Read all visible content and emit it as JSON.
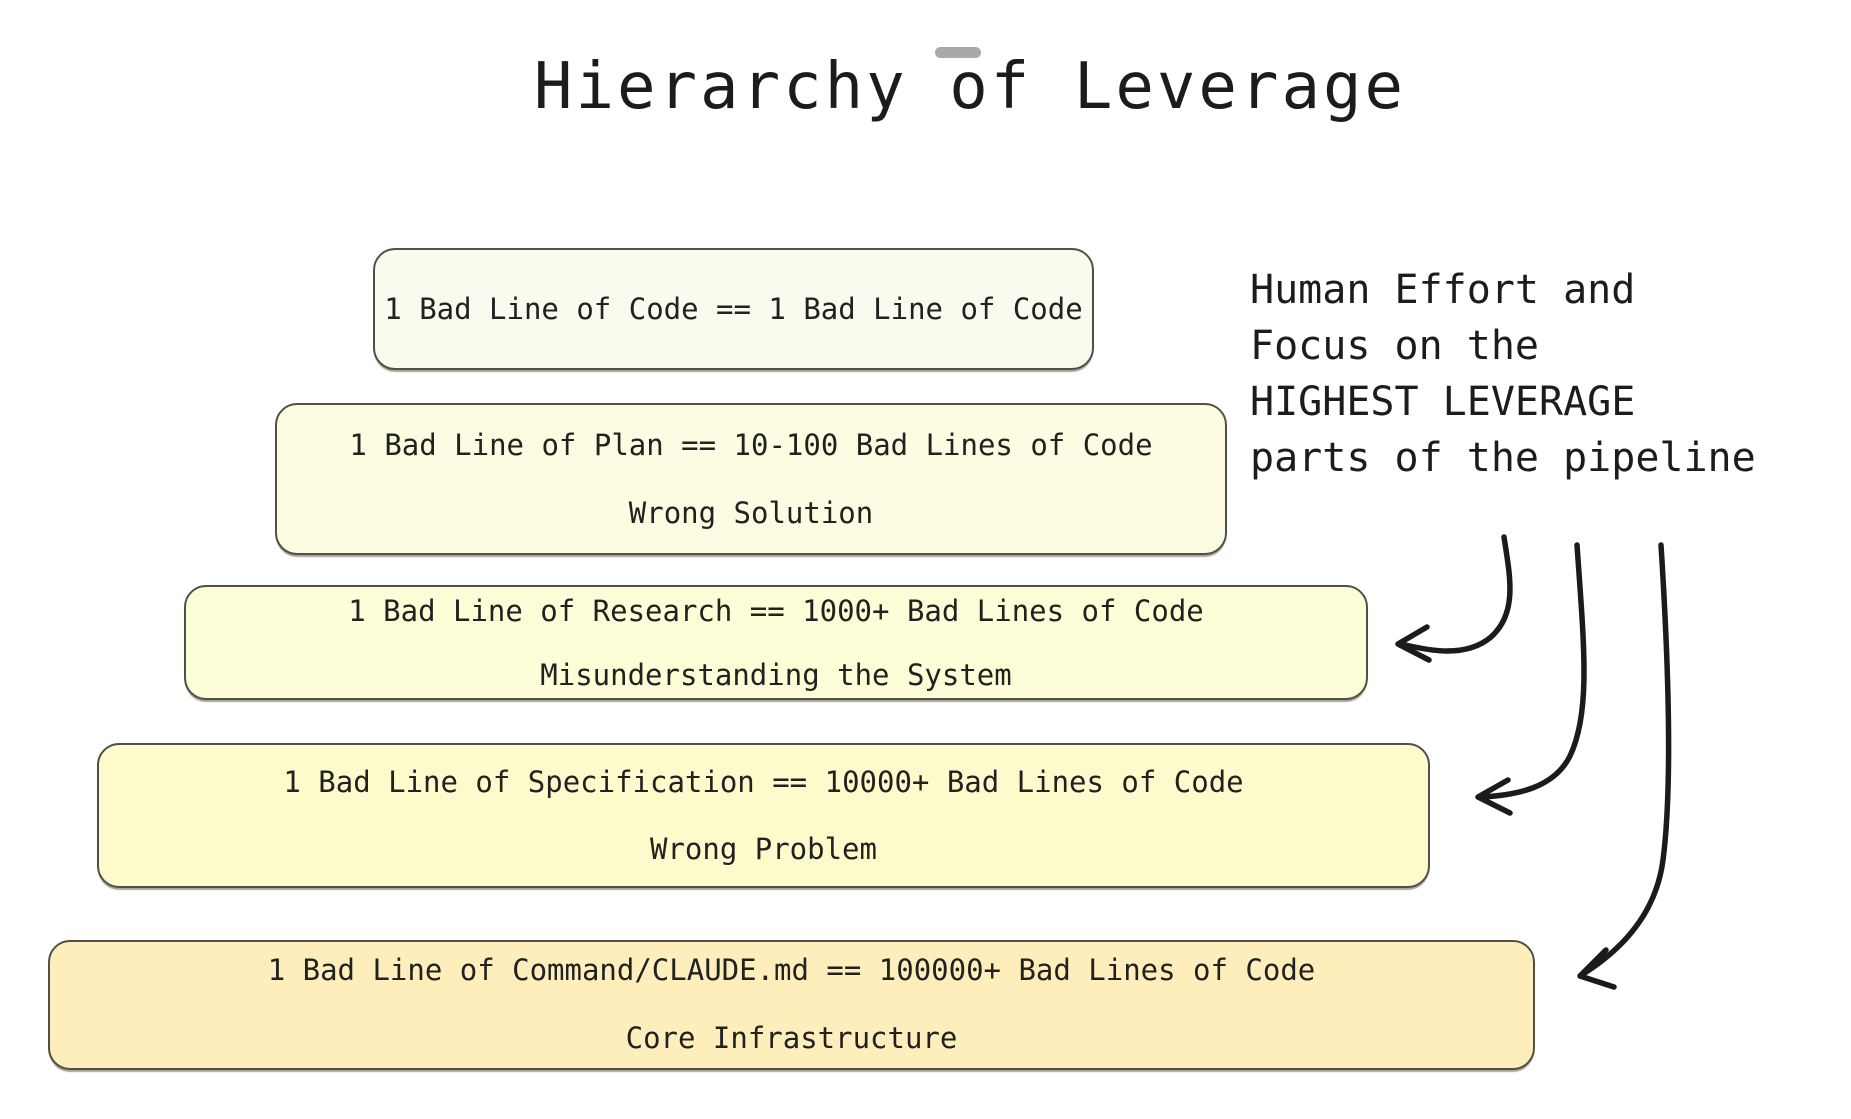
{
  "title": "Hierarchy of Leverage",
  "pyramid": {
    "levels": [
      {
        "id": 1,
        "line1": "1 Bad Line of Code == 1 Bad Line of Code",
        "line2": null,
        "fill": "#fafaee"
      },
      {
        "id": 2,
        "line1": "1 Bad Line of Plan == 10-100 Bad Lines of Code",
        "line2": "Wrong Solution",
        "fill": "#fcfce3"
      },
      {
        "id": 3,
        "line1": "1 Bad Line of Research == 1000+ Bad Lines of Code",
        "line2": "Misunderstanding the System",
        "fill": "#fdfdd8"
      },
      {
        "id": 4,
        "line1": "1 Bad Line of Specification == 10000+ Bad Lines of Code",
        "line2": "Wrong Problem",
        "fill": "#fdfacc"
      },
      {
        "id": 5,
        "line1": "1 Bad Line of Command/CLAUDE.md == 100000+ Bad Lines of Code",
        "line2": "Core Infrastructure",
        "fill": "#fdeebc"
      }
    ]
  },
  "annotation": {
    "line1": "Human Effort and",
    "line2": "Focus on the",
    "line3": "HIGHEST LEVERAGE",
    "line4": "parts of the pipeline"
  },
  "arrows": [
    {
      "icon": "arrow-to-research-level"
    },
    {
      "icon": "arrow-to-specification-level"
    },
    {
      "icon": "arrow-to-command-level"
    }
  ],
  "colors": {
    "background": "#ffffff",
    "ink": "#1c1c1c",
    "box_border": "#515046",
    "arrow": "#1b1b1b",
    "title_dash": "#a9a9a9"
  }
}
